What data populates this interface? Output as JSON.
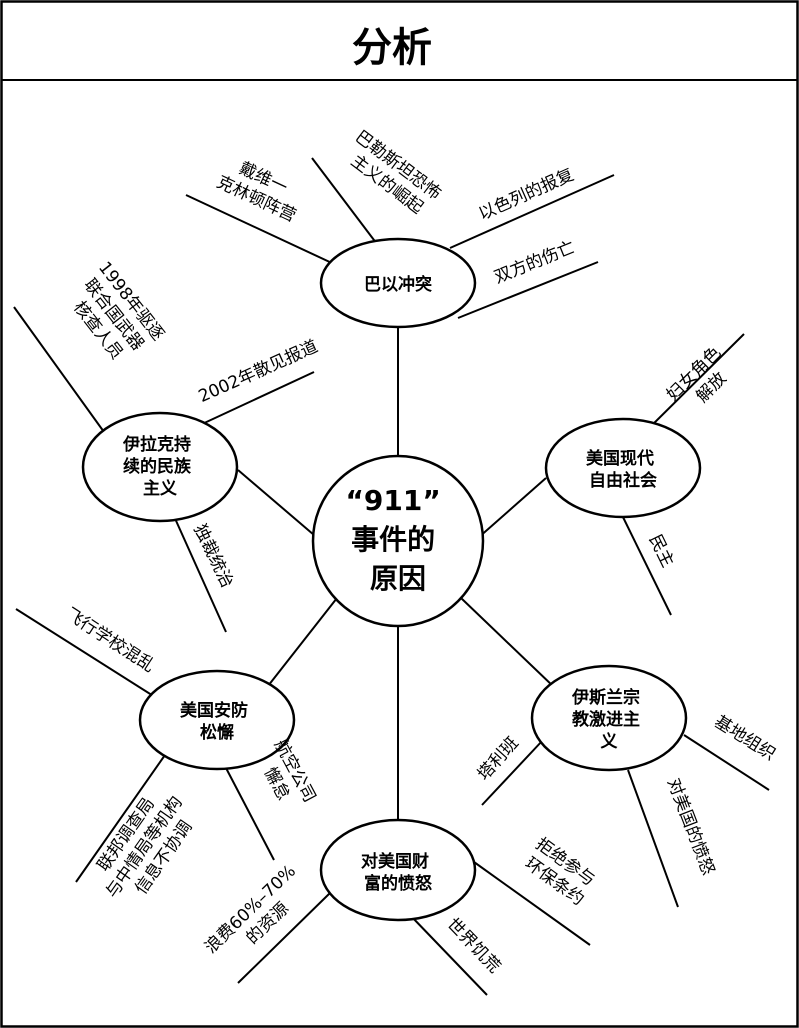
{
  "title": "分析",
  "center": [
    "“911”",
    "事件的",
    "原因"
  ],
  "nodes": {
    "bayi": {
      "lines": [
        "巴以冲突"
      ],
      "leaves": {
        "david": [
          "戴维一",
          "克林顿阵营"
        ],
        "palestine": [
          "巴勒斯坦恐怖",
          "主义的崛起"
        ],
        "revenge": "以色列的报复",
        "casualties": "双方的伤亡"
      }
    },
    "iraq": {
      "lines": [
        "伊拉克持",
        "续的民族",
        "主义"
      ],
      "leaves": {
        "inspectors": [
          "1998年驱逐",
          "联合国武器",
          "核查人员"
        ],
        "report": "2002年散见报道",
        "dictator": "独裁统治"
      }
    },
    "society": {
      "lines": [
        "美国现代",
        "自由社会"
      ],
      "leaves": {
        "women": [
          "妇女角色",
          "解放"
        ],
        "democracy": "民主"
      }
    },
    "security": {
      "lines": [
        "美国安防",
        "松懈"
      ],
      "leaves": {
        "flight_school": "飞行学校混乱",
        "airline": [
          "航空公司",
          "懈怠"
        ],
        "fbi": [
          "联邦调查局",
          "与中情局等机构",
          "信息不协调"
        ]
      }
    },
    "islam": {
      "lines": [
        "伊斯兰宗",
        "教激进主",
        "义"
      ],
      "leaves": {
        "taliban": "塔利班",
        "base": "基地组织",
        "anger": "对美国的愤怒"
      }
    },
    "wealth": {
      "lines": [
        "对美国财",
        "富的愤怒"
      ],
      "leaves": {
        "waste": [
          "浪费60%–70%",
          "的资源"
        ],
        "famine": "世界饥荒",
        "kyoto": [
          "拒绝参与",
          "环保条约"
        ]
      }
    }
  }
}
